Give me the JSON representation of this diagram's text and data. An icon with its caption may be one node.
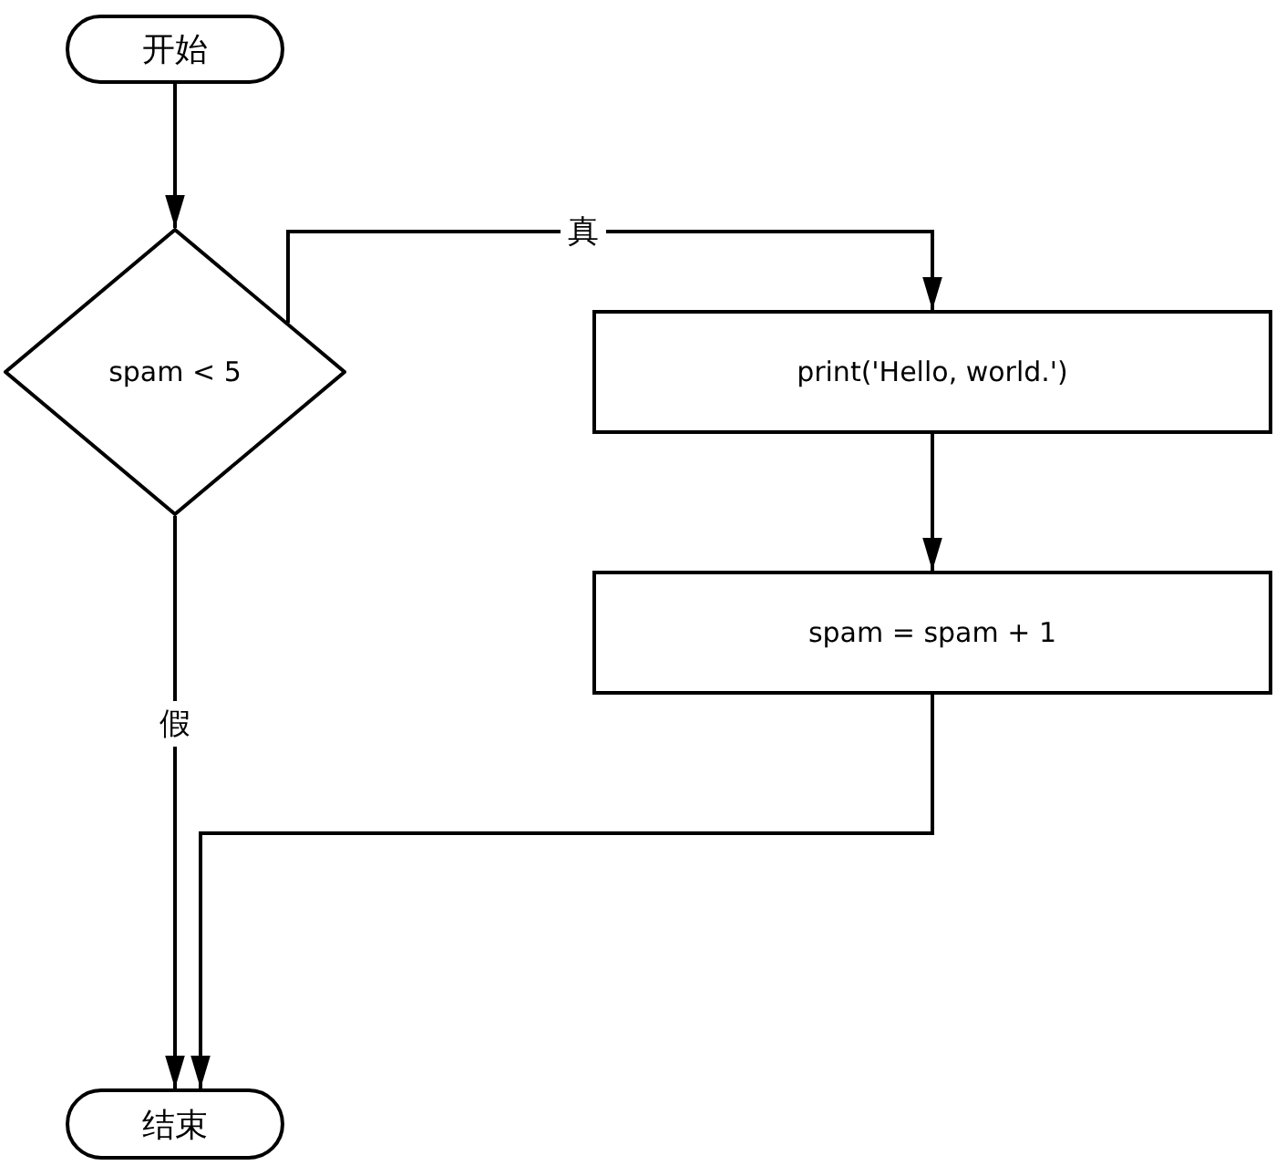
{
  "diagram": {
    "nodes": [
      {
        "text": [
          "开始"
        ]
      },
      {
        "text": [
          "spam < 5"
        ]
      },
      {
        "text": [
          "print('Hello, world.')"
        ]
      },
      {
        "text": [
          "spam = spam + 1"
        ]
      },
      {
        "text": [
          "结束"
        ]
      }
    ],
    "edges": [
      {
        "from": 0,
        "to": 1,
        "arrow": "to"
      },
      {
        "from": 1,
        "to": 2,
        "arrow": "to",
        "label": "真"
      },
      {
        "from": 2,
        "to": 3,
        "arrow": "to"
      },
      {
        "from": 1,
        "to": 4,
        "arrow": "to",
        "label": "假"
      },
      {
        "from": 3,
        "to": 4,
        "arrow": "to"
      }
    ]
  }
}
